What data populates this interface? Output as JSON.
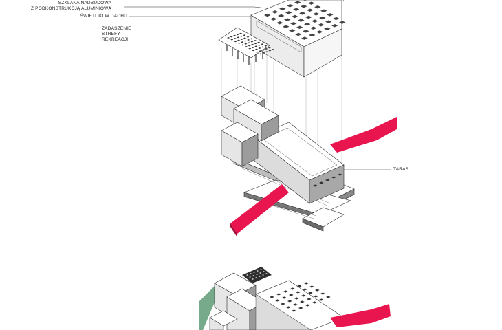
{
  "labels": {
    "glass_addition": {
      "line1": "SZKLANA NADBUDOWA",
      "line2": "Z PODKONSTRUKCJĄ ALUMINIOWĄ"
    },
    "roof_skylights": "ŚWIETLIKI W DACHU",
    "recreation_roofing": {
      "line1": "ZADASZENIE",
      "line2": "STREFY",
      "line3": "REKREACJI"
    },
    "terrace": "TARAS"
  },
  "colors": {
    "accent": "#e8154f",
    "green": "#77a98b",
    "line": "#2a2a2a",
    "light_face": "#ffffff",
    "shade_face": "#d9d9d9",
    "dark_face": "#8a8a8a"
  }
}
